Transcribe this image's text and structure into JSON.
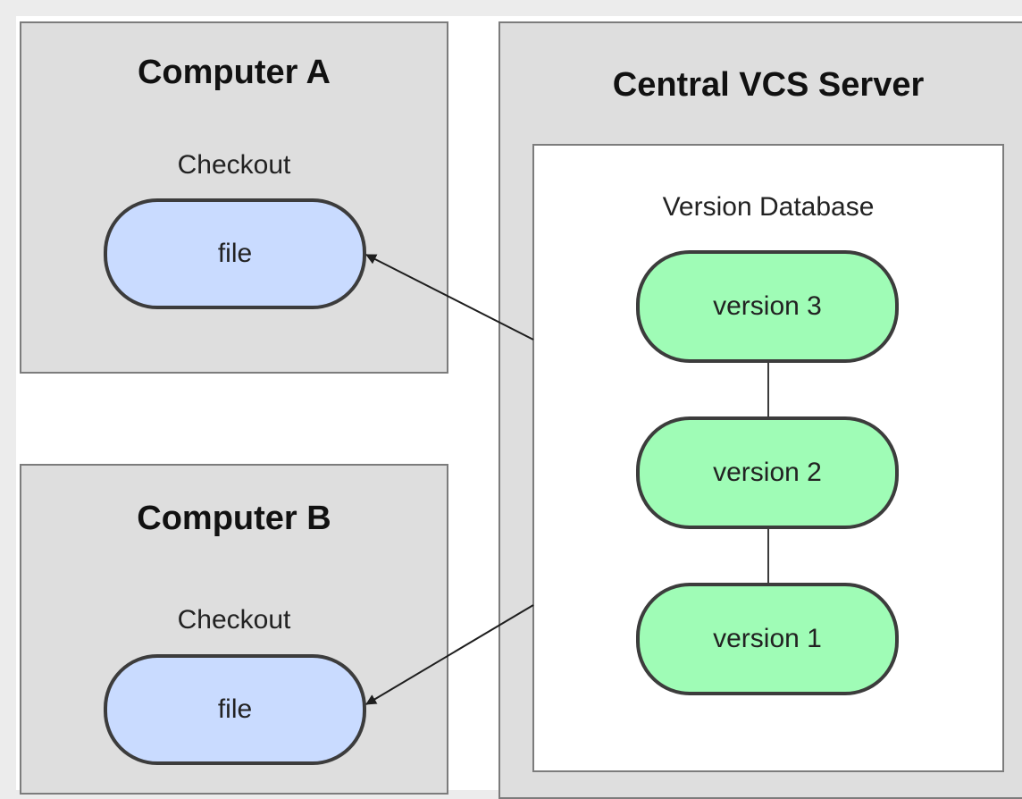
{
  "computer_a": {
    "title": "Computer A",
    "checkout_label": "Checkout",
    "file_label": "file"
  },
  "computer_b": {
    "title": "Computer B",
    "checkout_label": "Checkout",
    "file_label": "file"
  },
  "server": {
    "title": "Central VCS Server",
    "database_label": "Version Database",
    "versions": [
      "version 3",
      "version 2",
      "version 1"
    ]
  },
  "colors": {
    "file_fill": "#c9dbff",
    "version_fill": "#9ffcb6",
    "box_fill": "#dedede"
  }
}
